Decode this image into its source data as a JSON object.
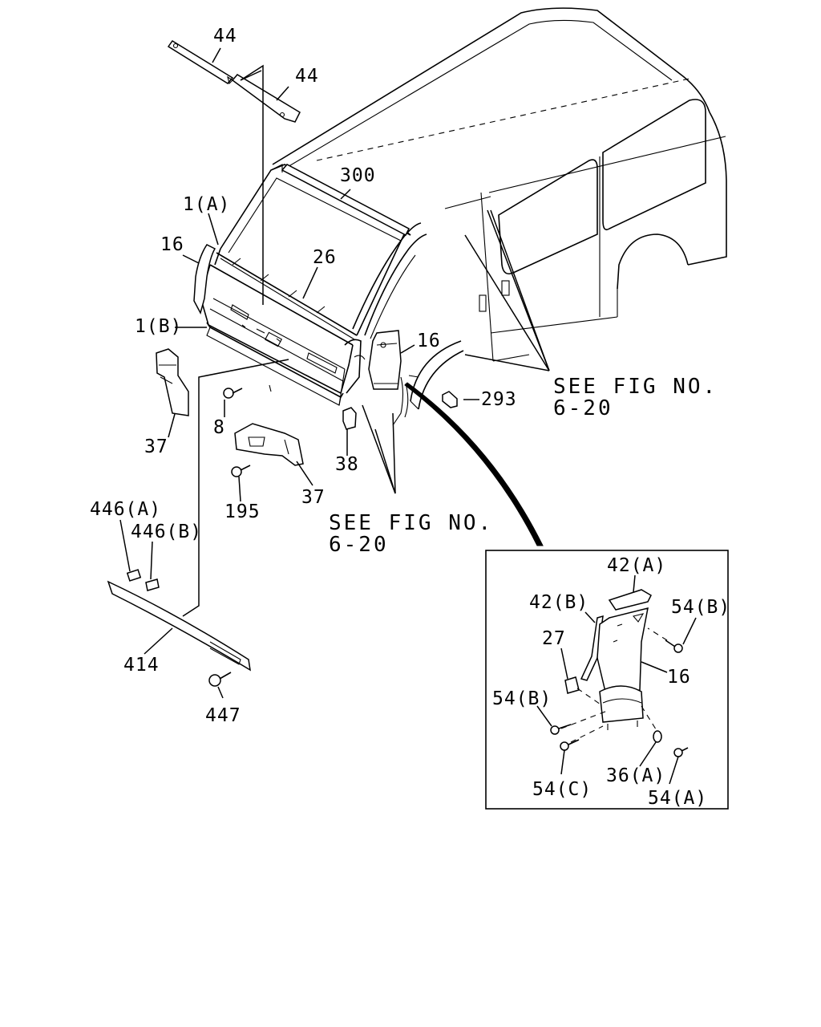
{
  "labels": {
    "p44a": "44",
    "p44b": "44",
    "p300": "300",
    "p1a": "1(A)",
    "p16a": "16",
    "p26": "26",
    "p1b": "1(B)",
    "p16b": "16",
    "p37a": "37",
    "p8": "8",
    "p293": "293",
    "p38": "38",
    "p37b": "37",
    "p195": "195",
    "p446a": "446(A)",
    "p446b": "446(B)",
    "p414": "414",
    "p447": "447"
  },
  "see_fig": {
    "upper": {
      "line1": "SEE FIG NO.",
      "line2": "6-20"
    },
    "lower": {
      "line1": "SEE FIG NO.",
      "line2": "6-20"
    }
  },
  "detail_labels": {
    "p42a": "42(A)",
    "p42b": "42(B)",
    "p54b_top": "54(B)",
    "p27": "27",
    "p16": "16",
    "p54b_left": "54(B)",
    "p36a": "36(A)",
    "p54c": "54(C)",
    "p54a": "54(A)"
  }
}
